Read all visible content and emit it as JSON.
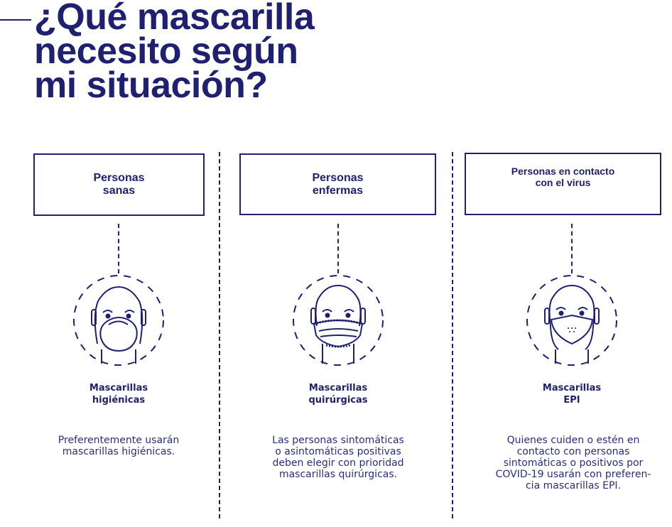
{
  "title": {
    "lines": [
      "¿Qué mascarilla",
      "necesito según",
      "mi situación?"
    ]
  },
  "accent_color": "#1f2170",
  "columns": [
    {
      "heading": [
        "Personas",
        "sanas"
      ],
      "icon": "face-hygienic-mask-icon",
      "mask": [
        "Mascarillas",
        "higiénicas"
      ],
      "description": [
        "Preferentemente usarán",
        "mascarillas higiénicas."
      ]
    },
    {
      "heading": [
        "Personas",
        "enfermas"
      ],
      "icon": "face-surgical-mask-icon",
      "mask": [
        "Mascarillas",
        "quirúrgicas"
      ],
      "description": [
        "Las personas sintomáticas",
        "o asintomáticas positivas",
        "deben elegir con prioridad",
        "mascarillas quirúrgicas."
      ]
    },
    {
      "heading": [
        "Personas en contacto",
        "con el virus"
      ],
      "icon": "face-epi-mask-icon",
      "mask": [
        "Mascarillas",
        "EPI"
      ],
      "description": [
        "Quienes cuiden o estén en",
        "contacto con personas",
        "sintomáticas o positivos por",
        "COVID-19 usarán con preferen-",
        "cia mascarillas EPI."
      ]
    }
  ]
}
